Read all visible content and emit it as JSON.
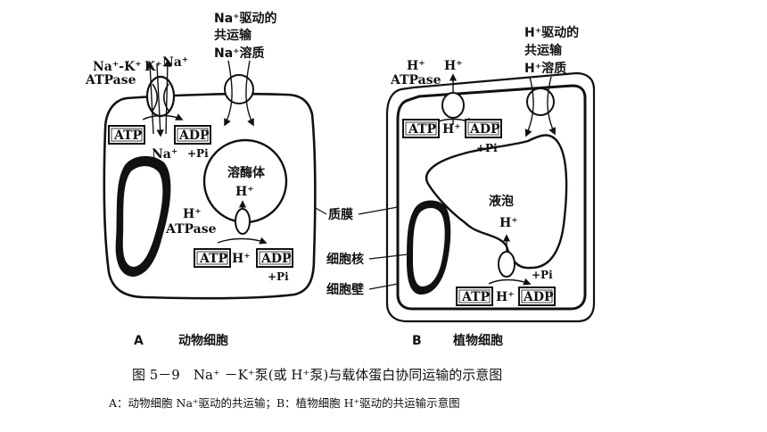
{
  "panel_a": {
    "pump_label": "Na⁺-K⁺",
    "atpase": "ATPase",
    "k_ion": "K⁺",
    "na_ion": "Na⁺",
    "na_out": "Na⁺",
    "atp": "ATP",
    "adp": "ADP",
    "pi": "+Pi",
    "symport_title_line1": "Na⁺驱动的",
    "symport_title_line2": "共运输",
    "symport_title_line3": "Na⁺溶质",
    "lysosome": "溶酶体",
    "h_ion": "H⁺",
    "h_atpase_h": "H⁺",
    "h_atpase": "ATPase",
    "h_pumped": "H⁺",
    "atp2": "ATP",
    "adp2": "ADP",
    "pi2": "+Pi",
    "letter": "A",
    "name": "动物细胞"
  },
  "panel_b": {
    "h_label": "H⁺",
    "atpase": "ATPase",
    "h_ion": "H⁺",
    "atp": "ATP",
    "h_in": "H⁺",
    "adp": "ADP",
    "pi": "+Pi",
    "symport_title_line1": "H⁺驱动的",
    "symport_title_line2": "共运输",
    "symport_title_line3": "H⁺溶质",
    "vacuole": "液泡",
    "h_vac": "H⁺",
    "pi2": "+Pi",
    "atp2": "ATP",
    "h_bottom": "H⁺",
    "adp2": "ADP",
    "letter": "B",
    "name": "植物细胞"
  },
  "labels": {
    "membrane": "质膜",
    "nucleus": "细胞核",
    "wall": "细胞壁"
  },
  "caption": {
    "main": "图 5－9　Na⁺ －K⁺泵(或 H⁺泵)与载体蛋白协同运输的示意图",
    "sub": "A：动物细胞 Na⁺驱动的共运输；B：植物细胞 H⁺驱动的共运输示意图"
  }
}
